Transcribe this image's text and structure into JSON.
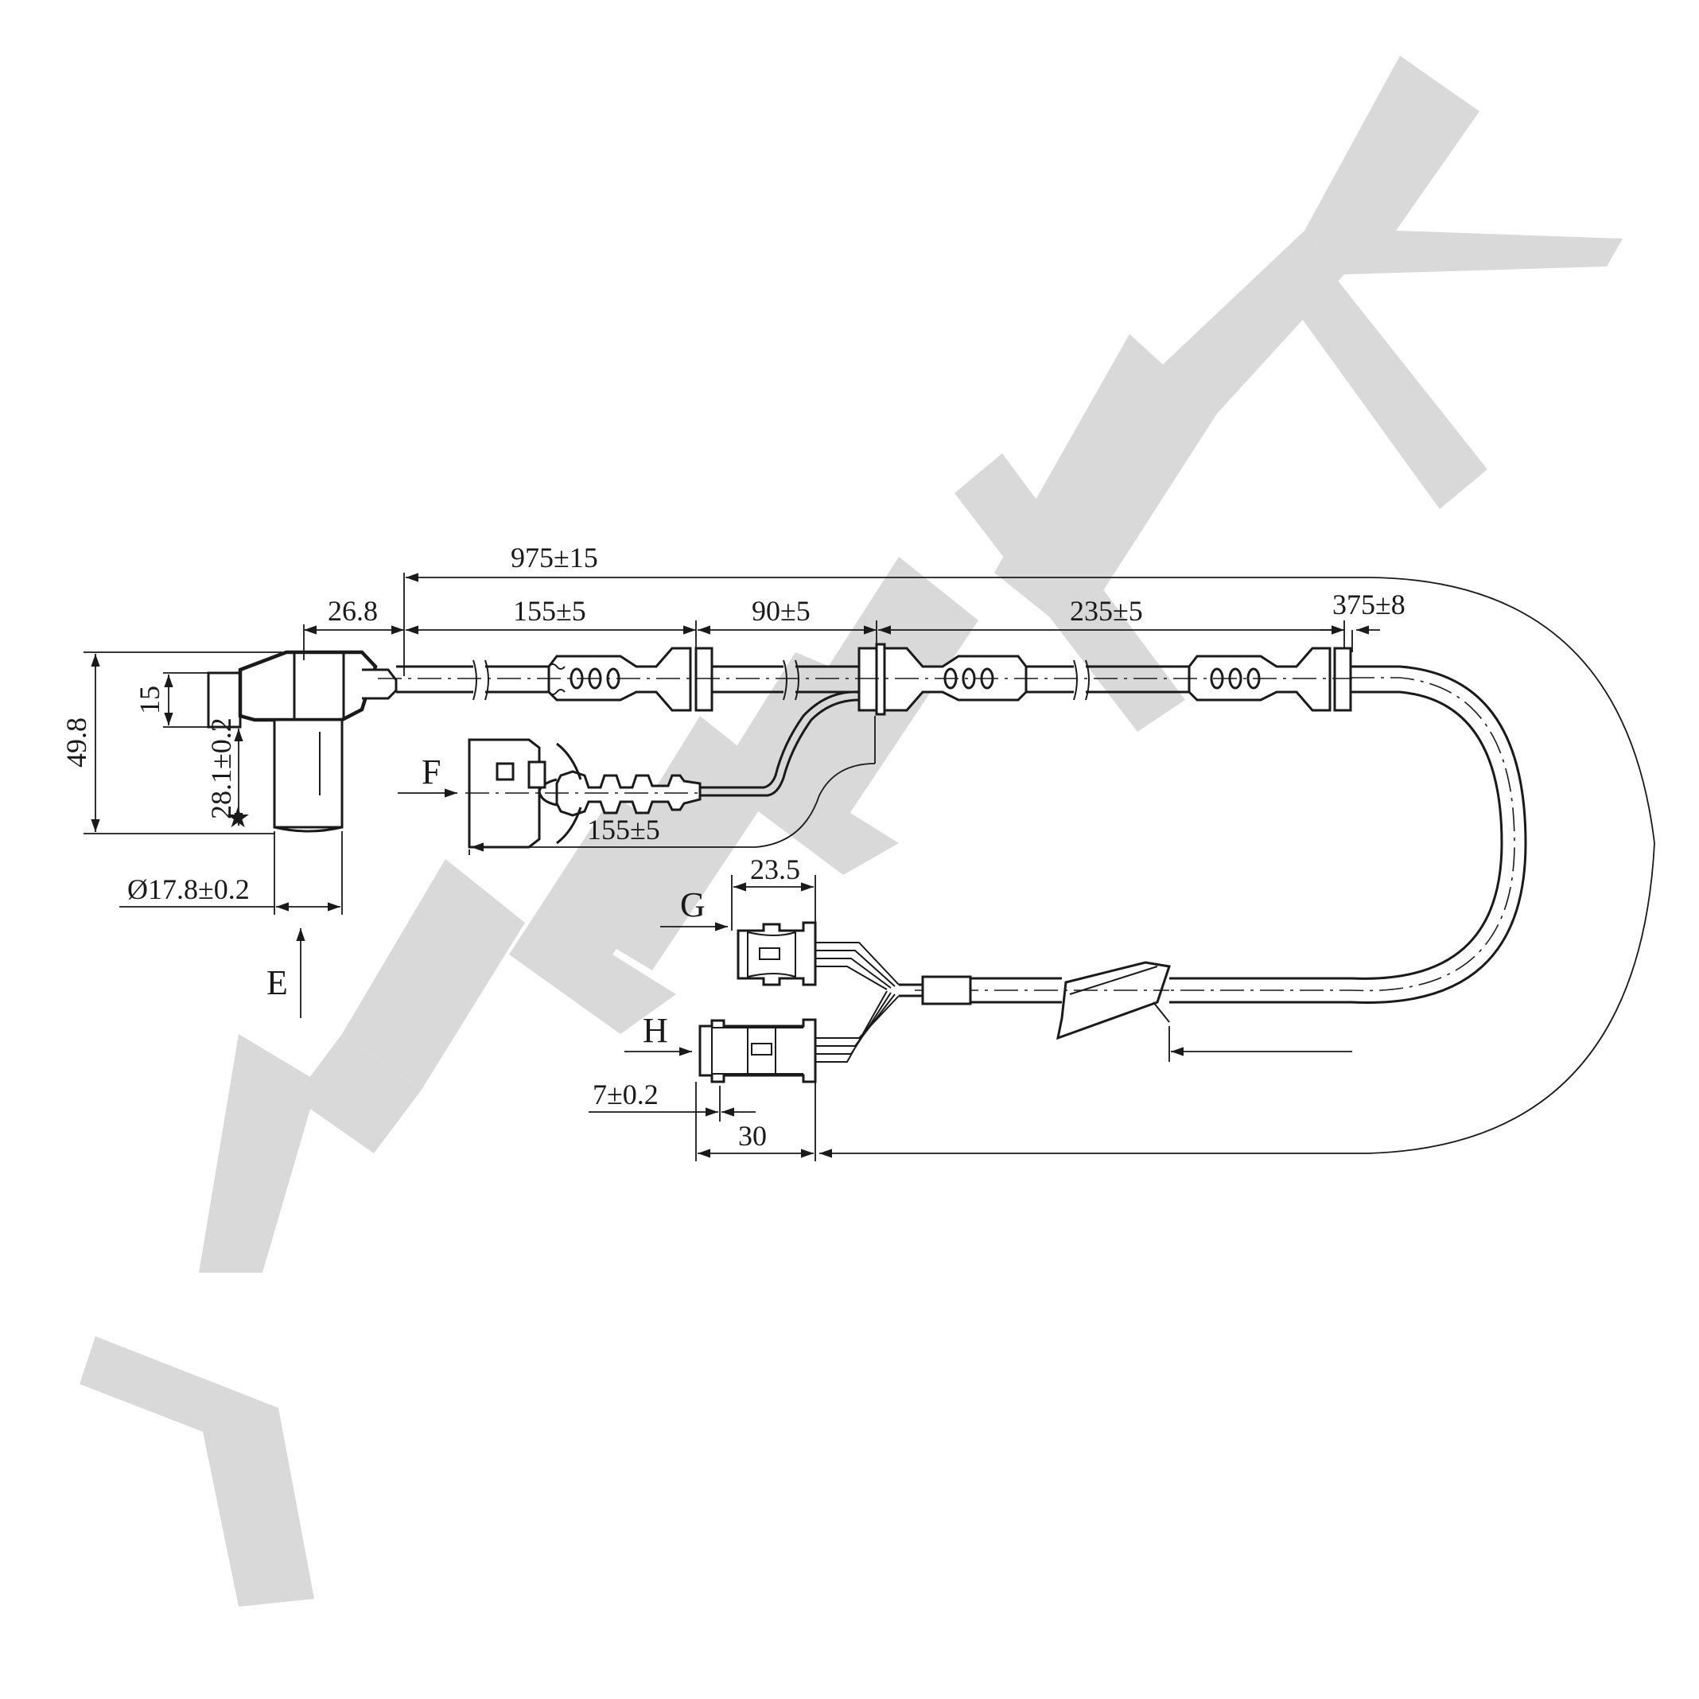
{
  "watermark": {
    "text": "ZENNEK",
    "color": "#d9d9d9"
  },
  "colors": {
    "line": "#1a1a1a",
    "background": "#ffffff"
  },
  "dimensions": {
    "overall_length": "975±15",
    "sensor_offset": "26.8",
    "seg1": "155±5",
    "seg2": "90±5",
    "seg3": "235±5",
    "seg4": "375±8",
    "body_height": "49.8",
    "head_height": "15",
    "probe_length": "28.1±0.2",
    "probe_diameter": "Ø17.8±0.2",
    "branch_length": "155±5",
    "connector_g_width": "23.5",
    "pin_offset": "7±0.2",
    "connector_h_width": "30"
  },
  "view_labels": {
    "e": "E",
    "f": "F",
    "g": "G",
    "h": "H"
  }
}
